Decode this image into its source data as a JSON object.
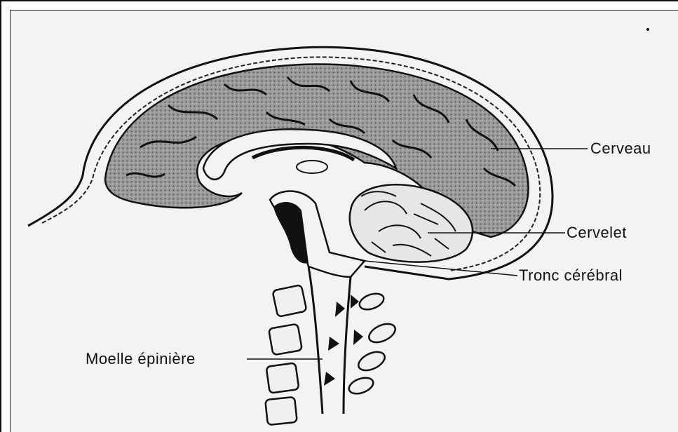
{
  "diagram": {
    "labels": {
      "cerveau": "Cerveau",
      "cervelet": "Cervelet",
      "tronc": "Tronc cérébral",
      "moelle": "Moelle épinière"
    },
    "colors": {
      "ink": "#111111",
      "cortex_fill": "#8a8a8a",
      "paper": "#f3f3f3"
    }
  }
}
